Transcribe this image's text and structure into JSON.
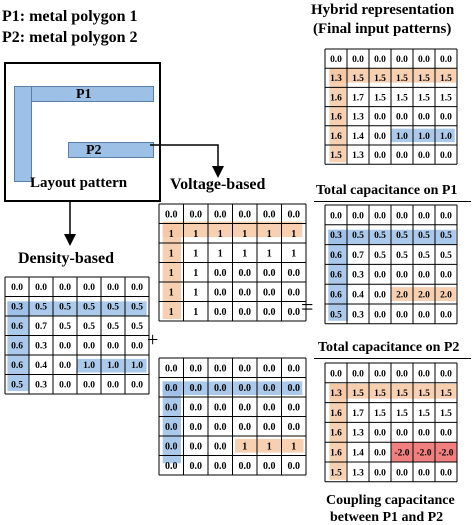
{
  "legend": {
    "p1": "P1: metal polygon 1",
    "p2": "P2: metal polygon 2"
  },
  "layout": {
    "caption": "Layout pattern",
    "p1_label": "P1",
    "p2_label": "P2"
  },
  "titles": {
    "hybrid_line1": "Hybrid representation",
    "hybrid_line2": "(Final input patterns)",
    "total_p1": "Total capacitance on P1",
    "total_p2": "Total capacitance on P2",
    "coupling_line1": "Coupling capacitance",
    "coupling_line2": "between P1 and P2",
    "voltage": "Voltage-based",
    "density": "Density-based"
  },
  "operators": {
    "plus": "+",
    "equals": "="
  },
  "colors": {
    "blue": "#9cc0e6",
    "orange": "#f6c7a3",
    "red": "#f08080",
    "border": "#000000"
  },
  "grids": {
    "voltage_p1": [
      [
        "0.0",
        "0.0",
        "0.0",
        "0.0",
        "0.0",
        "0.0"
      ],
      [
        "1",
        "1",
        "1",
        "1",
        "1",
        "1"
      ],
      [
        "1",
        "1",
        "1",
        "1",
        "1",
        "1"
      ],
      [
        "1",
        "1",
        "0.0",
        "0.0",
        "0.0",
        "0.0"
      ],
      [
        "1",
        "1",
        "0.0",
        "0.0",
        "0.0",
        "0.0"
      ],
      [
        "1",
        "1",
        "0.0",
        "0.0",
        "0.0",
        "0.0"
      ]
    ],
    "voltage_p2": [
      [
        "0.0",
        "0.0",
        "0.0",
        "0.0",
        "0.0",
        "0.0"
      ],
      [
        "0.0",
        "0.0",
        "0.0",
        "0.0",
        "0.0",
        "0.0"
      ],
      [
        "0.0",
        "0.0",
        "0.0",
        "0.0",
        "0.0",
        "0.0"
      ],
      [
        "0.0",
        "0.0",
        "0.0",
        "0.0",
        "0.0",
        "0.0"
      ],
      [
        "0.0",
        "0.0",
        "0.0",
        "1",
        "1",
        "1"
      ],
      [
        "0.0",
        "0.0",
        "0.0",
        "0.0",
        "0.0",
        "0.0"
      ]
    ],
    "density": [
      [
        "0.0",
        "0.0",
        "0.0",
        "0.0",
        "0.0",
        "0.0"
      ],
      [
        "0.3",
        "0.5",
        "0.5",
        "0.5",
        "0.5",
        "0.5"
      ],
      [
        "0.6",
        "0.7",
        "0.5",
        "0.5",
        "0.5",
        "0.5"
      ],
      [
        "0.6",
        "0.3",
        "0.0",
        "0.0",
        "0.0",
        "0.0"
      ],
      [
        "0.6",
        "0.4",
        "0.0",
        "1.0",
        "1.0",
        "1.0"
      ],
      [
        "0.5",
        "0.3",
        "0.0",
        "0.0",
        "0.0",
        "0.0"
      ]
    ],
    "hybrid_p1": [
      [
        "0.0",
        "0.0",
        "0.0",
        "0.0",
        "0.0",
        "0.0"
      ],
      [
        "1.3",
        "1.5",
        "1.5",
        "1.5",
        "1.5",
        "1.5"
      ],
      [
        "1.6",
        "1.7",
        "1.5",
        "1.5",
        "1.5",
        "1.5"
      ],
      [
        "1.6",
        "1.3",
        "0.0",
        "0.0",
        "0.0",
        "0.0"
      ],
      [
        "1.6",
        "1.4",
        "0.0",
        "1.0",
        "1.0",
        "1.0"
      ],
      [
        "1.5",
        "1.3",
        "0.0",
        "0.0",
        "0.0",
        "0.0"
      ]
    ],
    "hybrid_p2": [
      [
        "0.0",
        "0.0",
        "0.0",
        "0.0",
        "0.0",
        "0.0"
      ],
      [
        "0.3",
        "0.5",
        "0.5",
        "0.5",
        "0.5",
        "0.5"
      ],
      [
        "0.6",
        "0.7",
        "0.5",
        "0.5",
        "0.5",
        "0.5"
      ],
      [
        "0.6",
        "0.3",
        "0.0",
        "0.0",
        "0.0",
        "0.0"
      ],
      [
        "0.6",
        "0.4",
        "0.0",
        "2.0",
        "2.0",
        "2.0"
      ],
      [
        "0.5",
        "0.3",
        "0.0",
        "0.0",
        "0.0",
        "0.0"
      ]
    ],
    "hybrid_coupling": [
      [
        "0.0",
        "0.0",
        "0.0",
        "0.0",
        "0.0",
        "0.0"
      ],
      [
        "1.3",
        "1.5",
        "1.5",
        "1.5",
        "1.5",
        "1.5"
      ],
      [
        "1.6",
        "1.7",
        "1.5",
        "1.5",
        "1.5",
        "1.5"
      ],
      [
        "1.6",
        "1.3",
        "0.0",
        "0.0",
        "0.0",
        "0.0"
      ],
      [
        "1.6",
        "1.4",
        "0.0",
        "-2.0",
        "-2.0",
        "-2.0"
      ],
      [
        "1.5",
        "1.3",
        "0.0",
        "0.0",
        "0.0",
        "0.0"
      ]
    ]
  }
}
